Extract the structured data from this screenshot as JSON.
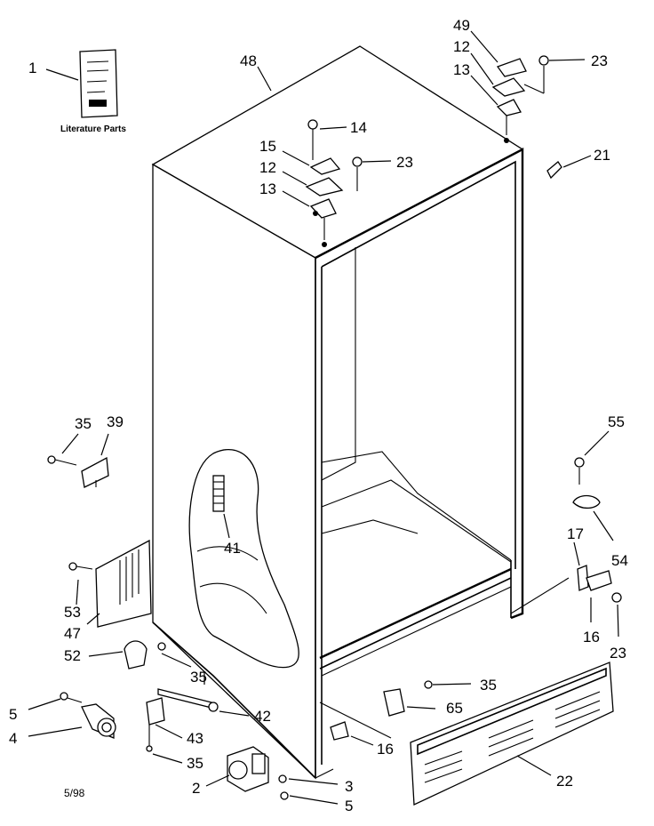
{
  "diagram": {
    "caption_literature": "Literature Parts",
    "date_code": "5/98",
    "callouts": [
      {
        "id": "c1",
        "text": "1"
      },
      {
        "id": "c48",
        "text": "48"
      },
      {
        "id": "c49",
        "text": "49"
      },
      {
        "id": "c12a",
        "text": "12"
      },
      {
        "id": "c13a",
        "text": "13"
      },
      {
        "id": "c23a",
        "text": "23"
      },
      {
        "id": "c14",
        "text": "14"
      },
      {
        "id": "c15",
        "text": "15"
      },
      {
        "id": "c12b",
        "text": "12"
      },
      {
        "id": "c13b",
        "text": "13"
      },
      {
        "id": "c23b",
        "text": "23"
      },
      {
        "id": "c21",
        "text": "21"
      },
      {
        "id": "c35a",
        "text": "35"
      },
      {
        "id": "c39",
        "text": "39"
      },
      {
        "id": "c55",
        "text": "55"
      },
      {
        "id": "c41",
        "text": "41"
      },
      {
        "id": "c54",
        "text": "54"
      },
      {
        "id": "c17",
        "text": "17"
      },
      {
        "id": "c53",
        "text": "53"
      },
      {
        "id": "c47",
        "text": "47"
      },
      {
        "id": "c16a",
        "text": "16"
      },
      {
        "id": "c23c",
        "text": "23"
      },
      {
        "id": "c52",
        "text": "52"
      },
      {
        "id": "c35b",
        "text": "35"
      },
      {
        "id": "c35c",
        "text": "35"
      },
      {
        "id": "c5a",
        "text": "5"
      },
      {
        "id": "c42",
        "text": "42"
      },
      {
        "id": "c65",
        "text": "65"
      },
      {
        "id": "c4",
        "text": "4"
      },
      {
        "id": "c43",
        "text": "43"
      },
      {
        "id": "c16b",
        "text": "16"
      },
      {
        "id": "c35d",
        "text": "35"
      },
      {
        "id": "c22",
        "text": "22"
      },
      {
        "id": "c2",
        "text": "2"
      },
      {
        "id": "c3",
        "text": "3"
      },
      {
        "id": "c5b",
        "text": "5"
      }
    ]
  }
}
